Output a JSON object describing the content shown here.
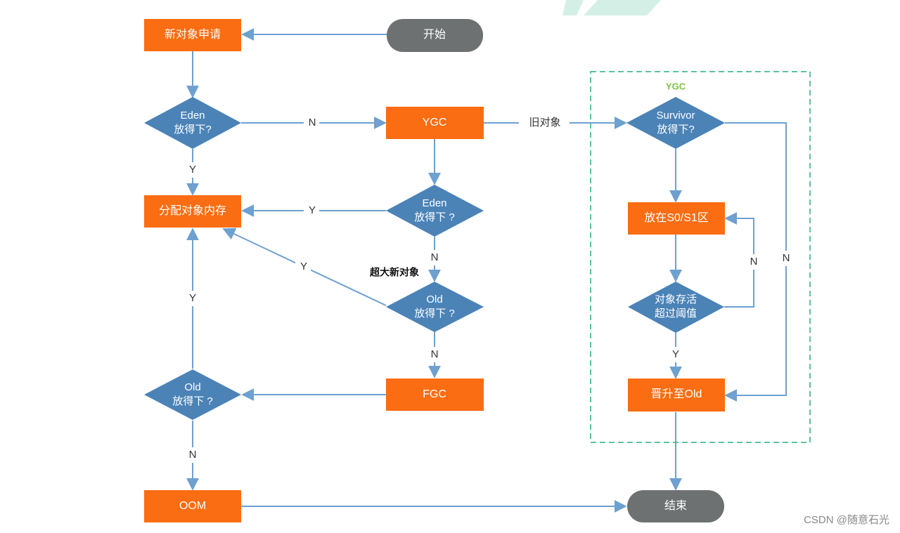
{
  "colors": {
    "process": "#fa6d12",
    "decision": "#4b83b7",
    "terminal": "#6e7172",
    "arrow": "#6ea0d0",
    "group_border": "#5dc39a",
    "group_label": "#7dc242",
    "watermark_shape": "#c9ece0"
  },
  "nodes": {
    "start": "开始",
    "new_object": "新对象申请",
    "eden_fit_1": [
      "Eden",
      "放得下?"
    ],
    "ygc": "YGC",
    "survivor_fit": [
      "Survivor",
      "放得下?"
    ],
    "alloc_memory": "分配对象内存",
    "eden_fit_2": [
      "Eden",
      "放得下 ?"
    ],
    "s0s1": "放在S0/S1区",
    "old_fit_1": [
      "Old",
      "放得下 ?"
    ],
    "survive_threshold": [
      "对象存活",
      "超过阈值"
    ],
    "fgc": "FGC",
    "old_fit_2": [
      "Old",
      "放得下 ?"
    ],
    "promote_old": "晋升至Old",
    "oom": "OOM",
    "end": "结束"
  },
  "labels": {
    "n_eden1_ygc": "N",
    "y_eden1_alloc": "Y",
    "old_obj": "旧对象",
    "y_eden2_alloc": "Y",
    "n_eden2_old": "N",
    "huge_obj": "超大新对象",
    "y_old1_alloc": "Y",
    "n_old1_fgc": "N",
    "y_old2_alloc": "Y",
    "n_old2_oom": "N",
    "n_threshold_loop": "N",
    "n_survivor_promote": "N",
    "y_threshold_promote": "Y"
  },
  "group": {
    "label": "YGC"
  },
  "watermark": "CSDN @随意石光"
}
